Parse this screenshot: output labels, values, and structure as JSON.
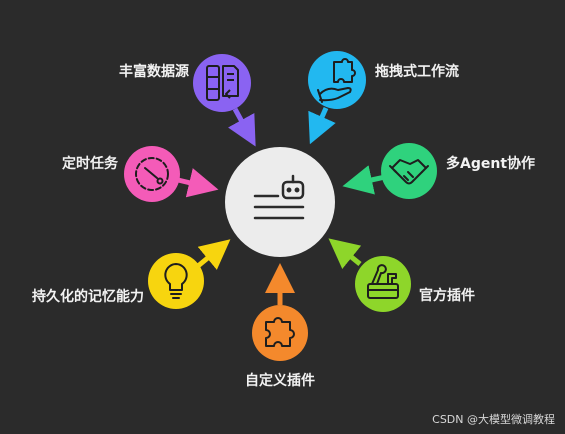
{
  "features": {
    "rich_data_sources": "丰富数据源",
    "drag_drop_workflow": "拖拽式工作流",
    "scheduled_tasks": "定时任务",
    "multi_agent_collaboration": "多Agent协作",
    "persistent_memory": "持久化的记忆能力",
    "official_plugins": "官方插件",
    "custom_plugins": "自定义插件"
  },
  "colors": {
    "background": "#2b2b2b",
    "center": "#ececec",
    "rich_data_sources": "#8a63f2",
    "drag_drop_workflow": "#22b8f0",
    "scheduled_tasks": "#f45bb8",
    "multi_agent_collaboration": "#2fd27d",
    "persistent_memory": "#f7d50f",
    "official_plugins": "#8ed62a",
    "custom_plugins": "#f4892c"
  },
  "icons": {
    "center": "robot-document-icon",
    "rich_data_sources": "layout-document-icon",
    "drag_drop_workflow": "puzzle-hand-icon",
    "scheduled_tasks": "timer-icon",
    "multi_agent_collaboration": "handshake-icon",
    "persistent_memory": "lightbulb-icon",
    "official_plugins": "toolbox-icon",
    "custom_plugins": "puzzle-piece-icon"
  },
  "watermark": "CSDN @大模型微调教程"
}
